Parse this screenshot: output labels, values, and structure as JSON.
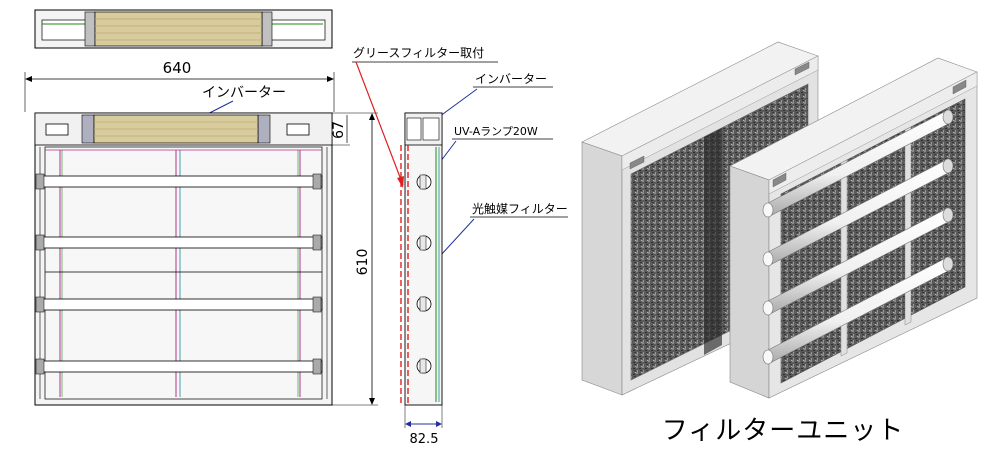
{
  "dimensions": {
    "width": "640",
    "height": "610",
    "top_height": "67",
    "depth": "82.5"
  },
  "labels": {
    "inverter_front": "インバーター",
    "grease_filter": "グリースフィルター取付",
    "inverter_side": "インバーター",
    "uv_lamp": "UV-Aランプ20W",
    "photocatalyst": "光触媒フィルター"
  },
  "caption": "フィルターユニット",
  "colors": {
    "inverter_panel": "#d8cc9c",
    "leader_red": "#e02020",
    "leader_blue": "#2030a0",
    "filter_face": "#5a5a5a",
    "frame": "#e6e6e6"
  }
}
